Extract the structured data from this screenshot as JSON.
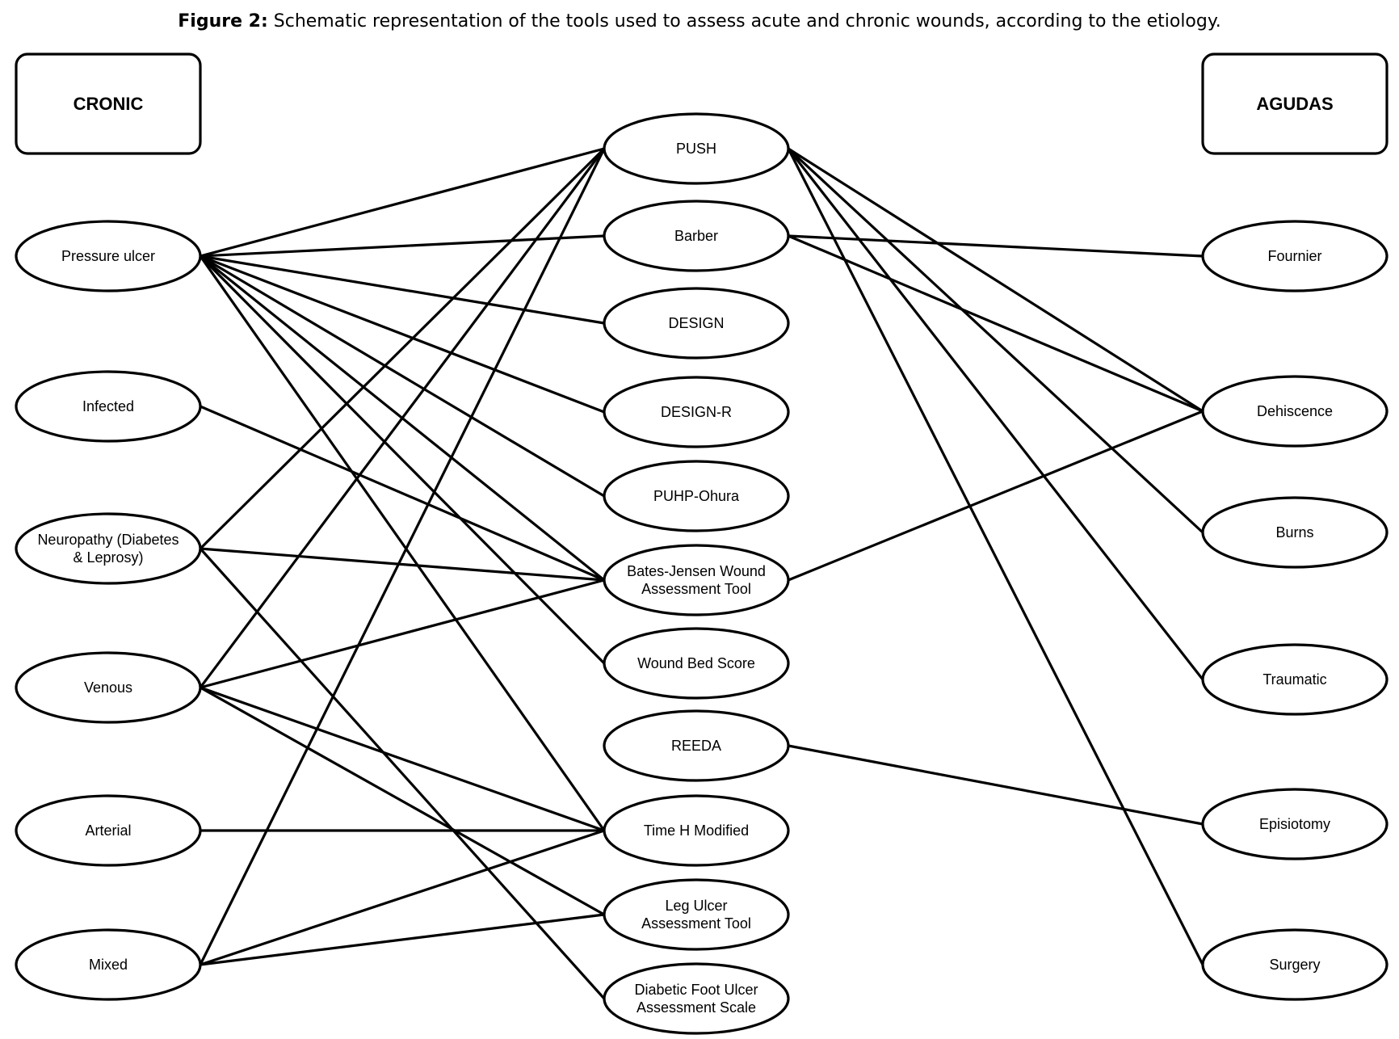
{
  "caption": {
    "label": "Figure 2:",
    "text": " Schematic representation of the tools used to assess acute and chronic wounds, according to the etiology."
  },
  "headers": {
    "left": "CRONIC",
    "right": "AGUDAS"
  },
  "left_nodes": [
    {
      "id": "pressure",
      "lines": [
        "Pressure ulcer"
      ]
    },
    {
      "id": "infected",
      "lines": [
        "Infected"
      ]
    },
    {
      "id": "neuropathy",
      "lines": [
        "Neuropathy (Diabetes",
        "& Leprosy)"
      ]
    },
    {
      "id": "venous",
      "lines": [
        "Venous"
      ]
    },
    {
      "id": "arterial",
      "lines": [
        "Arterial"
      ]
    },
    {
      "id": "mixed",
      "lines": [
        "Mixed"
      ]
    }
  ],
  "center_nodes": [
    {
      "id": "push",
      "lines": [
        "PUSH"
      ]
    },
    {
      "id": "barber",
      "lines": [
        "Barber"
      ]
    },
    {
      "id": "design",
      "lines": [
        "DESIGN"
      ]
    },
    {
      "id": "designr",
      "lines": [
        "DESIGN-R"
      ]
    },
    {
      "id": "puhp",
      "lines": [
        "PUHP-Ohura"
      ]
    },
    {
      "id": "bates",
      "lines": [
        "Bates-Jensen Wound",
        "Assessment Tool"
      ]
    },
    {
      "id": "wbs",
      "lines": [
        "Wound Bed Score"
      ]
    },
    {
      "id": "reeda",
      "lines": [
        "REEDA"
      ]
    },
    {
      "id": "timeh",
      "lines": [
        "Time H Modified"
      ]
    },
    {
      "id": "legulcer",
      "lines": [
        "Leg Ulcer",
        "Assessment Tool"
      ]
    },
    {
      "id": "dfu",
      "lines": [
        "Diabetic Foot Ulcer",
        "Assessment Scale"
      ]
    }
  ],
  "right_nodes": [
    {
      "id": "fournier",
      "lines": [
        "Fournier"
      ]
    },
    {
      "id": "dehiscence",
      "lines": [
        "Dehiscence"
      ]
    },
    {
      "id": "burns",
      "lines": [
        "Burns"
      ]
    },
    {
      "id": "traumatic",
      "lines": [
        "Traumatic"
      ]
    },
    {
      "id": "episiotomy",
      "lines": [
        "Episiotomy"
      ]
    },
    {
      "id": "surgery",
      "lines": [
        "Surgery"
      ]
    }
  ],
  "edges": [
    [
      "pressure",
      "push"
    ],
    [
      "pressure",
      "barber"
    ],
    [
      "pressure",
      "design"
    ],
    [
      "pressure",
      "designr"
    ],
    [
      "pressure",
      "puhp"
    ],
    [
      "pressure",
      "bates"
    ],
    [
      "pressure",
      "wbs"
    ],
    [
      "pressure",
      "timeh"
    ],
    [
      "infected",
      "bates"
    ],
    [
      "neuropathy",
      "push"
    ],
    [
      "neuropathy",
      "bates"
    ],
    [
      "neuropathy",
      "dfu"
    ],
    [
      "venous",
      "push"
    ],
    [
      "venous",
      "bates"
    ],
    [
      "venous",
      "timeh"
    ],
    [
      "venous",
      "legulcer"
    ],
    [
      "arterial",
      "timeh"
    ],
    [
      "mixed",
      "push"
    ],
    [
      "mixed",
      "timeh"
    ],
    [
      "mixed",
      "legulcer"
    ],
    [
      "push",
      "dehiscence"
    ],
    [
      "push",
      "burns"
    ],
    [
      "push",
      "traumatic"
    ],
    [
      "push",
      "surgery"
    ],
    [
      "barber",
      "fournier"
    ],
    [
      "barber",
      "dehiscence"
    ],
    [
      "bates",
      "dehiscence"
    ],
    [
      "reeda",
      "episiotomy"
    ]
  ]
}
